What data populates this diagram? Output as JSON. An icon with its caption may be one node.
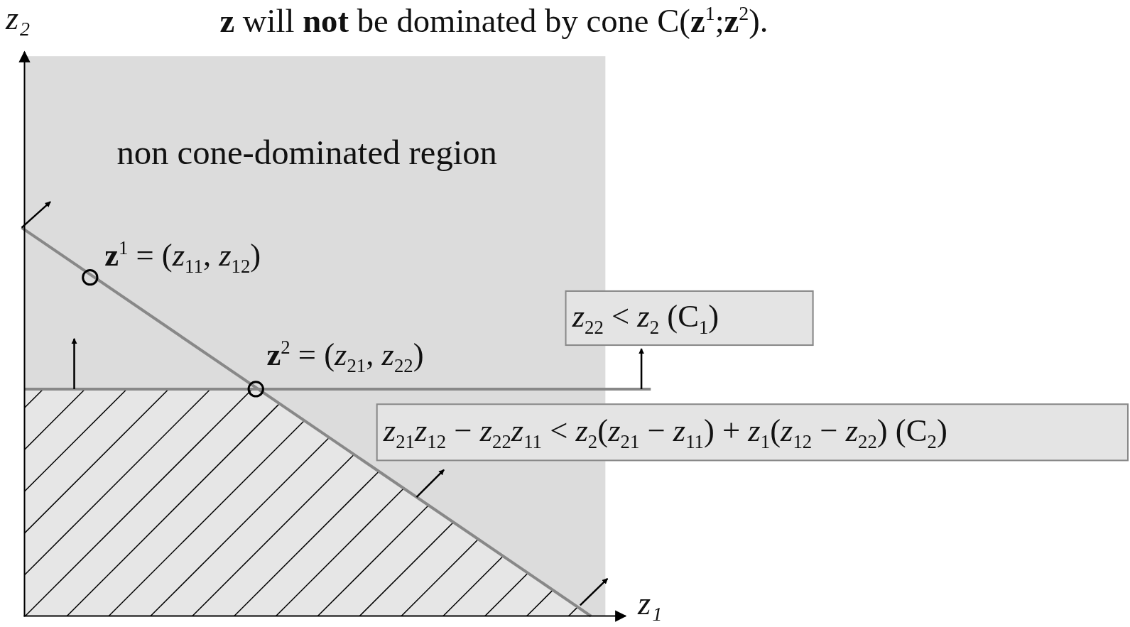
{
  "diagram": {
    "title": "**z** will **not** be dominated by cone C(**z**$^{1}$;**z**$^{2}$).",
    "nodes": [
      {
        "text": [
          "*z*$_{22}$ < *z*$_{2}$ (C$_{1}$)"
        ]
      },
      {
        "text": [
          "*z*$_{21}$*z*$_{12}$ − *z*$_{22}$*z*$_{11}$ < *z*$_{2}$(*z*$_{21}$ − *z*$_{11}$) + *z*$_{1}$(*z*$_{12}$ − *z*$_{22}$) (C$_{2}$)"
        ]
      }
    ],
    "labels": [
      "z₂",
      "non cone-dominated region",
      "**z**$^{1}$ = (*z*$_{11}$, *z*$_{12}$)",
      "**z**$^{2}$ = (*z*$_{21}$, *z*$_{22}$)",
      "z₁"
    ]
  }
}
